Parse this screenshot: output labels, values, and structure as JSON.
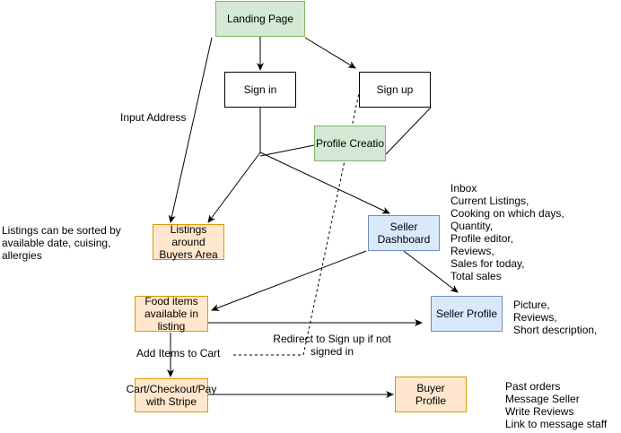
{
  "nodes": {
    "landing_page": "Landing Page",
    "sign_in": "Sign in",
    "sign_up": "Sign up",
    "profile_creation": "Profile Creatio",
    "listings_around": "Listings\naround\nBuyers Area",
    "seller_dashboard": "Seller\nDashboard",
    "food_items": "Food items\navailable in\nlisting",
    "seller_profile": "Seller Profile",
    "cart_checkout": "Cart/Checkout/Pay\nwith Stripe",
    "buyer_profile": "Buyer\nProfile"
  },
  "labels": {
    "input_address": "Input Address",
    "listings_sorted": "Listings can be sorted by\navailable date, cuising,\nallergies",
    "dashboard_features": "Inbox\nCurrent Listings,\nCooking on which days,\nQuantity,\nProfile editor,\nReviews,\nSales for today,\nTotal sales",
    "seller_profile_features": "Picture,\nReviews,\nShort description,",
    "add_items": "Add Items to Cart",
    "redirect_signup": "Redirect to Sign up if not\nsigned in",
    "buyer_profile_features": "Past orders\nMessage Seller\nWrite Reviews\nLink to message staff"
  },
  "colors": {
    "green_fill": "#d5e8d4",
    "green_stroke": "#82b366",
    "orange_fill": "#ffe6cc",
    "orange_stroke": "#d79b00",
    "blue_fill": "#dae8fc",
    "blue_stroke": "#6c8ebf"
  }
}
